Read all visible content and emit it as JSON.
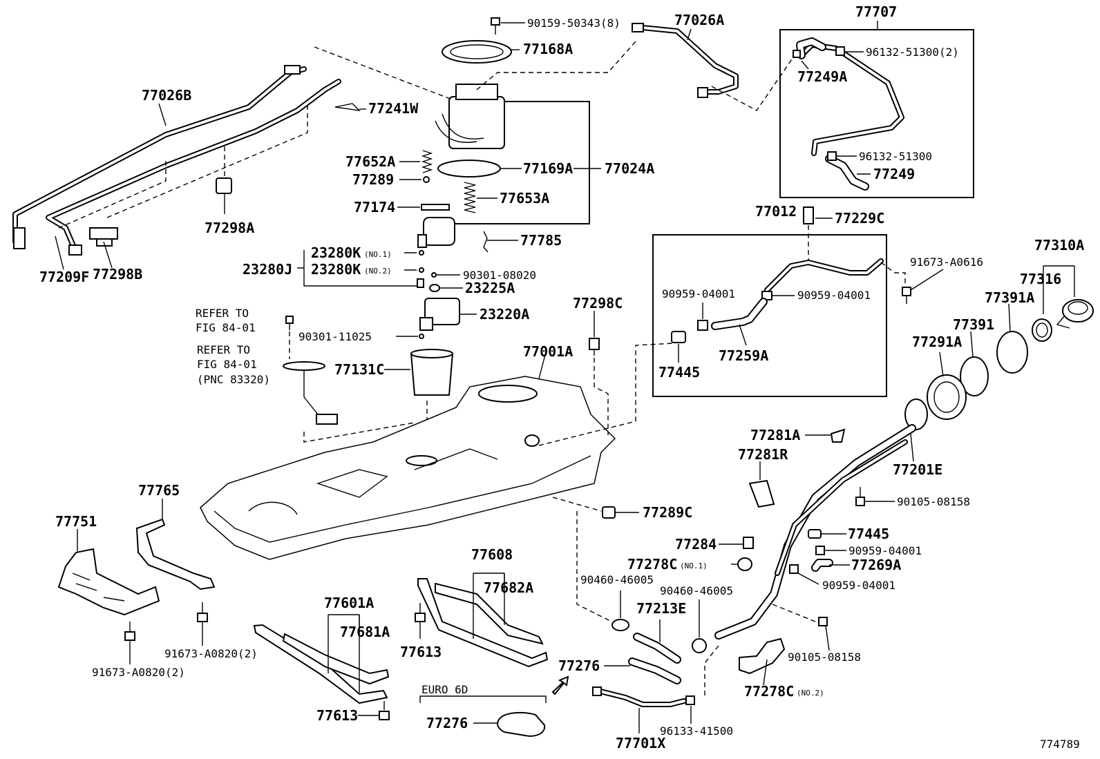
{
  "figure_number": "774789",
  "notes": {
    "refer_to_1": "REFER TO",
    "fig_1": "FIG 84-01",
    "refer_to_2": "REFER TO",
    "fig_2": "FIG 84-01",
    "pnc": "(PNC 83320)",
    "euro": "EURO 6D"
  },
  "labels": {
    "p77707": "77707",
    "p77026A": "77026A",
    "p90159_50343": "90159-50343(8)",
    "p77168A": "77168A",
    "p77026B": "77026B",
    "p77241W": "77241W",
    "p96132_51300_2": "96132-51300(2)",
    "p77249A": "77249A",
    "p96132_51300": "96132-51300",
    "p77249": "77249",
    "p77652A": "77652A",
    "p77289": "77289",
    "p77169A": "77169A",
    "p77024A": "77024A",
    "p77653A": "77653A",
    "p77174": "77174",
    "p77785": "77785",
    "p77298A": "77298A",
    "p77209F": "77209F",
    "p77298B": "77298B",
    "p23280K_1": "23280K",
    "p23280K_1_sub": "(NO.1)",
    "p23280J": "23280J",
    "p23280K_2": "23280K",
    "p23280K_2_sub": "(NO.2)",
    "p90301_08020": "90301-08020",
    "p23225A": "23225A",
    "p23220A": "23220A",
    "p90301_11025": "90301-11025",
    "p77131C": "77131C",
    "p77001A": "77001A",
    "p77298C": "77298C",
    "p77012": "77012",
    "p77229C": "77229C",
    "p91673_A0616": "91673-A0616",
    "p77310A": "77310A",
    "p77316": "77316",
    "p90959_04001_a": "90959-04001",
    "p90959_04001_b": "90959-04001",
    "p77391A": "77391A",
    "p77391": "77391",
    "p77291A": "77291A",
    "p77445_a": "77445",
    "p77259A": "77259A",
    "p77281A": "77281A",
    "p77281R": "77281R",
    "p77201E": "77201E",
    "p90105_08158_a": "90105-08158",
    "p77445_b": "77445",
    "p90959_04001_c": "90959-04001",
    "p77269A": "77269A",
    "p90959_04001_d": "90959-04001",
    "p77765": "77765",
    "p77751": "77751",
    "p77289C": "77289C",
    "p77284": "77284",
    "p77278C_1": "77278C",
    "p77278C_1_sub": "(NO.1)",
    "p90460_46005_a": "90460-46005",
    "p90460_46005_b": "90460-46005",
    "p77213E": "77213E",
    "p77608": "77608",
    "p77682A": "77682A",
    "p77601A": "77601A",
    "p77681A": "77681A",
    "p77613_a": "77613",
    "p91673_A0820_a": "91673-A0820(2)",
    "p91673_A0820_b": "91673-A0820(2)",
    "p77276_a": "77276",
    "p90105_08158_b": "90105-08158",
    "p77278C_2": "77278C",
    "p77278C_2_sub": "(NO.2)",
    "p77613_b": "77613",
    "p77276_b": "77276",
    "p77701X": "77701X",
    "p96133_41500": "96133-41500"
  }
}
